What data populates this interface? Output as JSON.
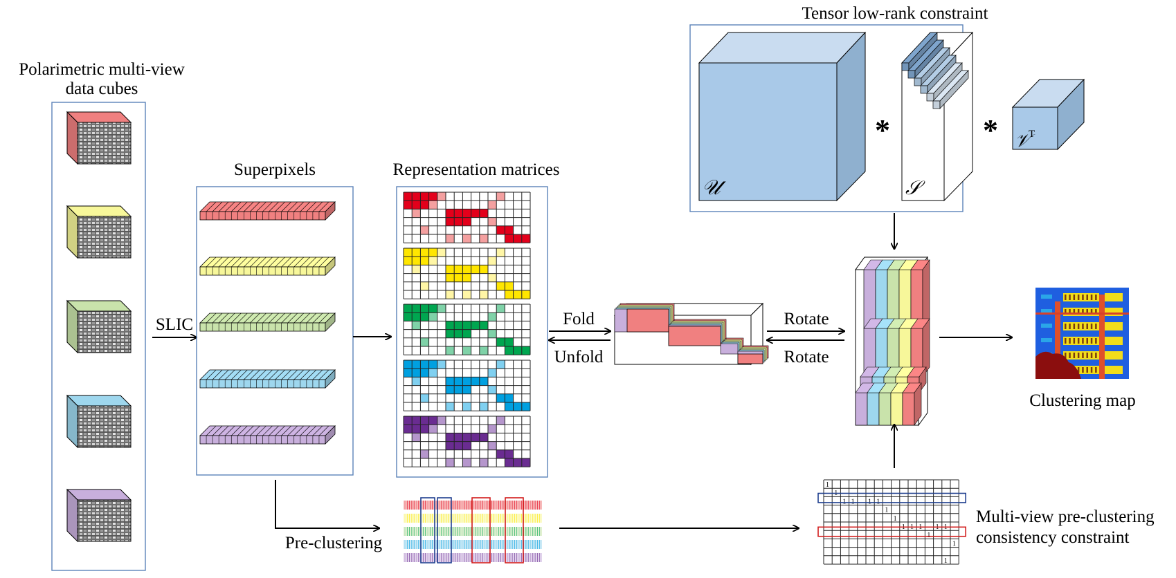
{
  "labels": {
    "data_cubes_line1": "Polarimetric multi-view",
    "data_cubes_line2": "data cubes",
    "slic": "SLIC",
    "superpixels": "Superpixels",
    "representation_matrices": "Representation matrices",
    "fold": "Fold",
    "unfold": "Unfold",
    "rotate_top": "Rotate",
    "rotate_bottom": "Rotate",
    "tensor_constraint": "Tensor low-rank constraint",
    "star1": "*",
    "star2": "*",
    "tensor_u": "𝒰",
    "tensor_s": "𝒮",
    "tensor_v": "𝒱",
    "tensor_v_sup": "T",
    "clustering_map": "Clustering map",
    "pre_clustering": "Pre-clustering",
    "consistency_line1": "Multi-view pre-clustering",
    "consistency_line2": "consistency constraint",
    "one": "1"
  },
  "colors": {
    "frame": "#5b82b8",
    "views": [
      "#f08080",
      "#f7f79a",
      "#c9e3ab",
      "#9ed7ee",
      "#c8afdc"
    ],
    "matrix_strong": [
      "#e3001b",
      "#ffe600",
      "#00a650",
      "#00a0e0",
      "#6a2c91"
    ],
    "matrix_light": [
      "#f4a0a0",
      "#fff6a6",
      "#7fd2a8",
      "#80d0f0",
      "#b596cc"
    ],
    "tensor_front": "#a9c9e8",
    "tensor_top": "#c9dcf0",
    "tensor_side": "#8fb0cf",
    "highlight_blue": "#1f3f8f",
    "highlight_red": "#d21c1c"
  }
}
